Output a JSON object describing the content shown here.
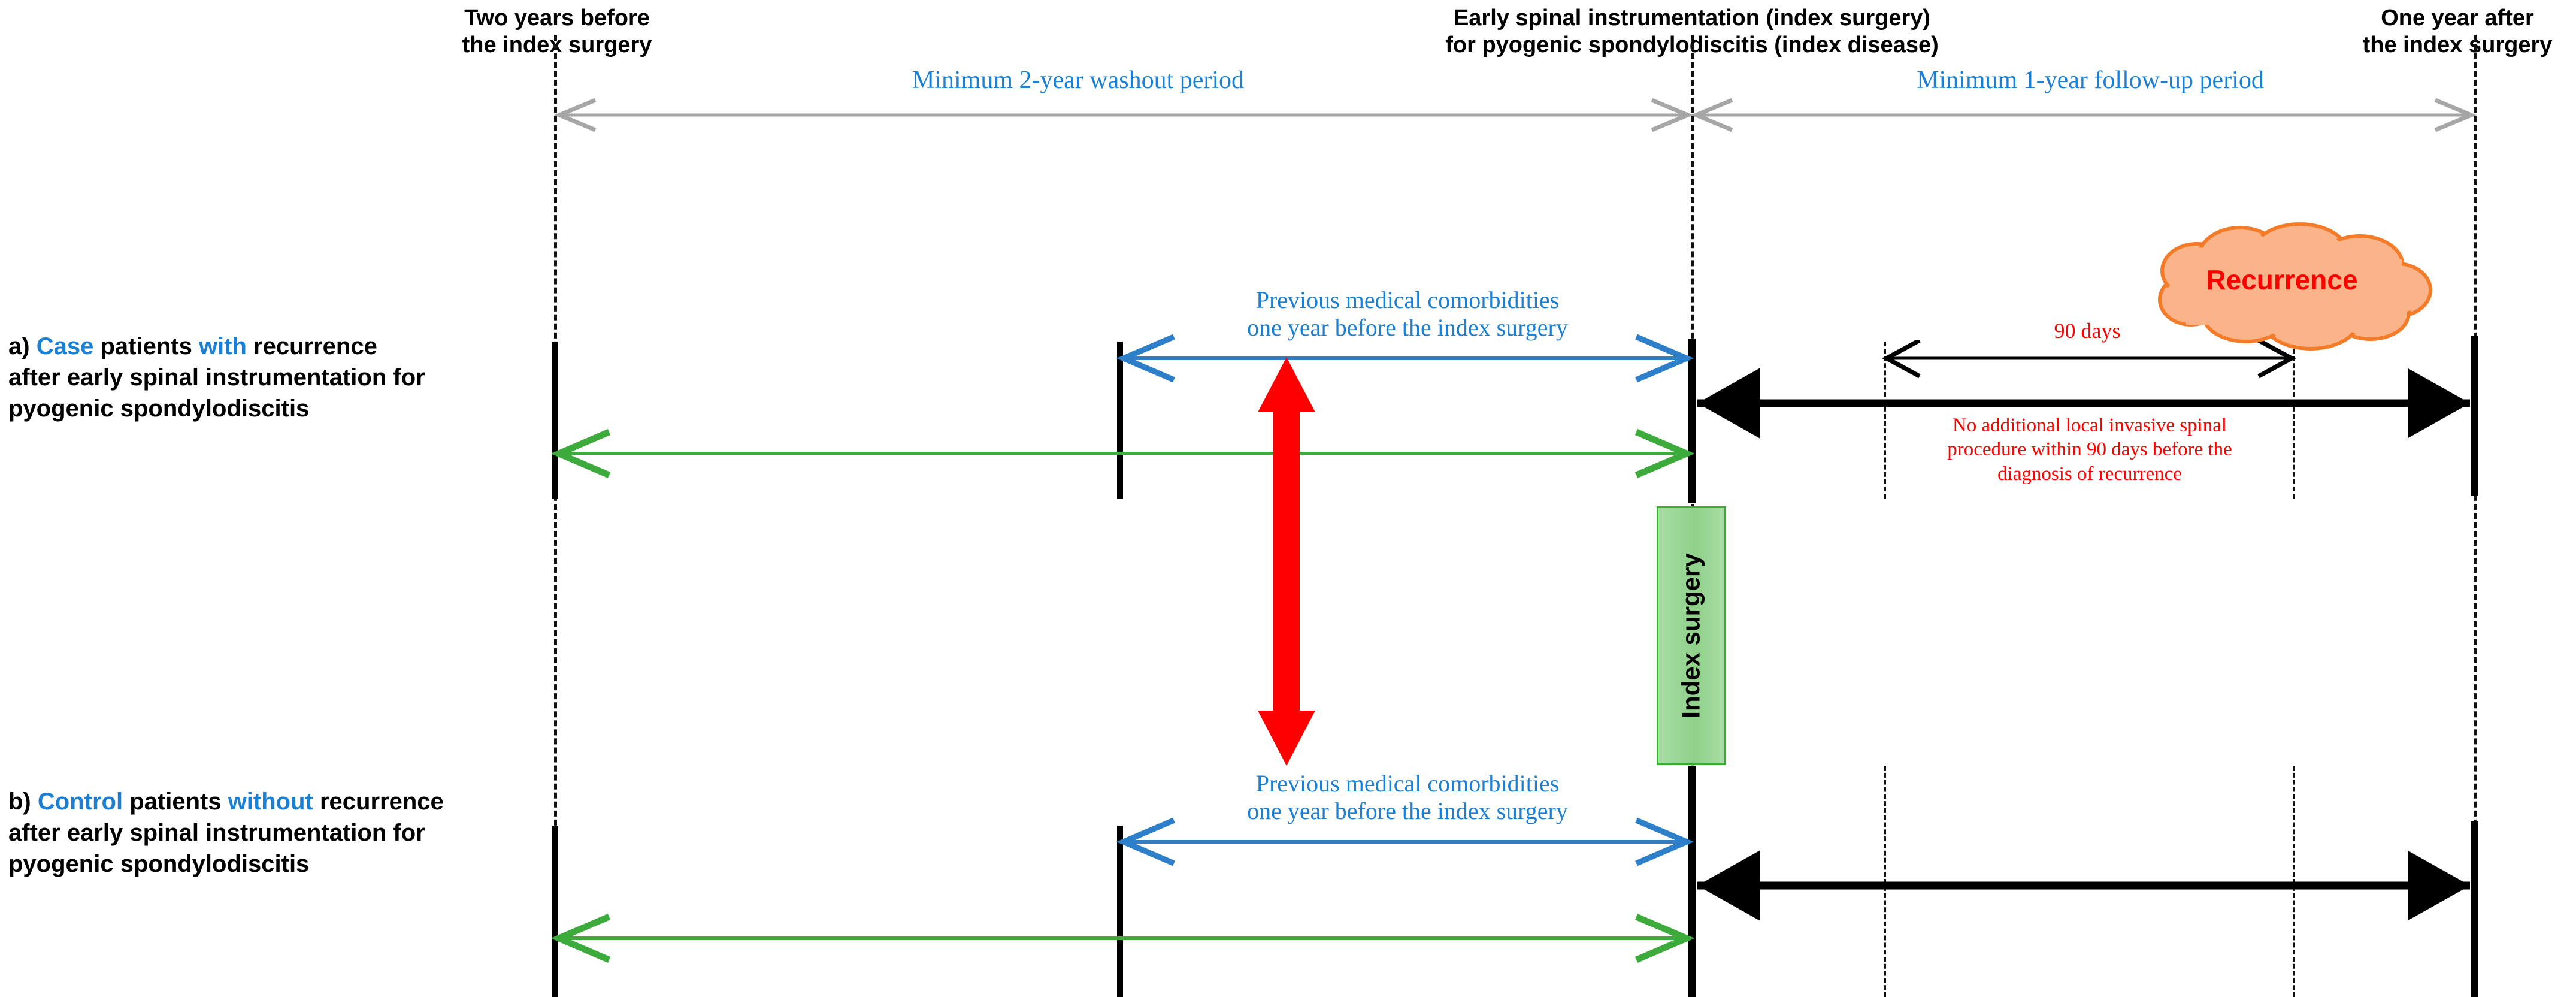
{
  "header": {
    "left_marker": "Two years before\nthe index surgery",
    "center_marker": "Early spinal instrumentation (index surgery)\nfor pyogenic spondylodiscitis (index disease)",
    "right_marker": "One year after\nthe index surgery",
    "washout_label": "Minimum 2-year washout period",
    "followup_label": "Minimum 1-year follow-up period"
  },
  "rows": {
    "a": {
      "prefix": "a)",
      "kw1": "Case",
      "mid1": " patients ",
      "kw2": "with",
      "mid2": " recurrence",
      "line2": "after early spinal instrumentation for",
      "line3": "pyogenic spondylodiscitis",
      "comorbidity_label": "Previous medical comorbidities\none year before the index surgery",
      "ninety_days_label": "90 days",
      "recurrence_label": "Recurrence",
      "no_procedure_note": "No additional local invasive spinal\nprocedure within 90 days before the\ndiagnosis of recurrence"
    },
    "b": {
      "prefix": "b)",
      "kw1": "Control",
      "mid1": " patients ",
      "kw2": "without",
      "mid2": " recurrence",
      "line2": "after early spinal instrumentation for",
      "line3": "pyogenic spondylodiscitis",
      "comorbidity_label": "Previous medical comorbidities\none year before the index surgery"
    }
  },
  "index_surgery_box": {
    "label": "Index surgery"
  },
  "colors": {
    "accent_blue": "#1b7fd4",
    "alert_red": "#ff0000",
    "timeline_green": "#3cab3c",
    "period_gray": "#a6a6a6",
    "cloud_fill": "#fbb48a",
    "cloud_stroke": "#f47b28",
    "index_box_fill": "#a9dca4",
    "index_box_border": "#3cab3c",
    "rule_black": "#000000"
  }
}
